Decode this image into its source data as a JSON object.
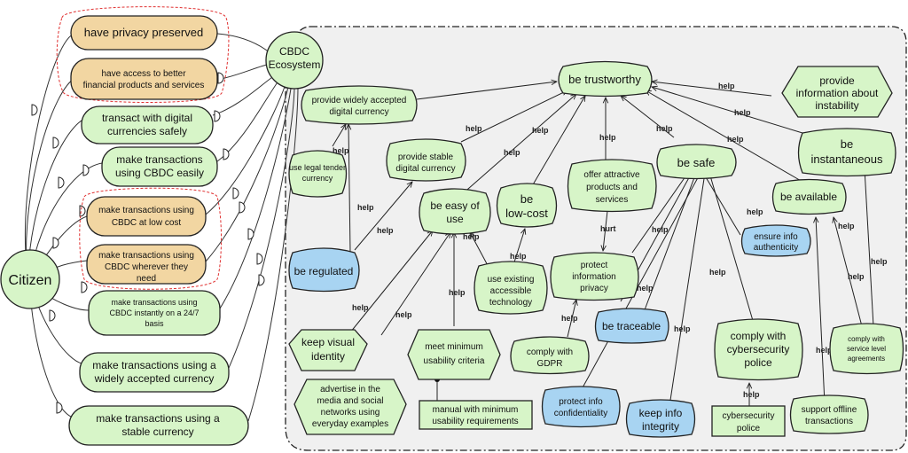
{
  "colors": {
    "goal_green": "#d7f5c8",
    "goal_orange": "#f2d6a2",
    "resource_blue": "#a8d4f2",
    "boundary_bg": "#f0f0f0",
    "stroke": "#222222",
    "privacy_group_dash": "#e03030"
  },
  "actors": {
    "citizen": "Citizen",
    "cbdc": "CBDC Ecosystem"
  },
  "citizen_goals": [
    "have privacy preserved",
    "have access to better financial products and services",
    "transact with digital currencies safely",
    "make transactions using CBDC easily",
    "make transactions using CBDC at low cost",
    "make transactions using CBDC wherever they need",
    "make transactions using CBDC instantly on a 24/7 basis",
    "make transactions using a widely accepted currency",
    "make transactions using a stable currency"
  ],
  "cbdc_elements": {
    "trustworthy": "be trustworthy",
    "widely_accepted": "provide widely accepted digital currency",
    "legal_tender": "use legal tender currency",
    "stable": "provide stable digital currency",
    "regulated": "be regulated",
    "easy": "be easy of use",
    "low_cost": "be low-cost",
    "attractive": "offer attractive products and services",
    "safe": "be safe",
    "instability_info": "provide information about instability",
    "instantaneous": "be instantaneous",
    "available": "be available",
    "authenticity": "ensure info authenticity",
    "accessible_tech": "use existing accessible technology",
    "info_privacy": "protect information privacy",
    "traceable": "be traceable",
    "visual_identity": "keep visual identity",
    "min_usability": "meet minimum usability criteria",
    "gdpr": "comply with GDPR",
    "cyber_comply": "comply with cybersecurity police",
    "sla": "comply with service level agreements",
    "advertise": "advertise in the media and social networks using everyday examples",
    "manual": "manual with minimum usability requirements",
    "confidentiality": "protect info confidentiality",
    "integrity": "keep info integrity",
    "cyber_police": "cybersecurity police",
    "offline": "support offline transactions"
  },
  "link_labels": {
    "help": "help",
    "hurt": "hurt"
  }
}
